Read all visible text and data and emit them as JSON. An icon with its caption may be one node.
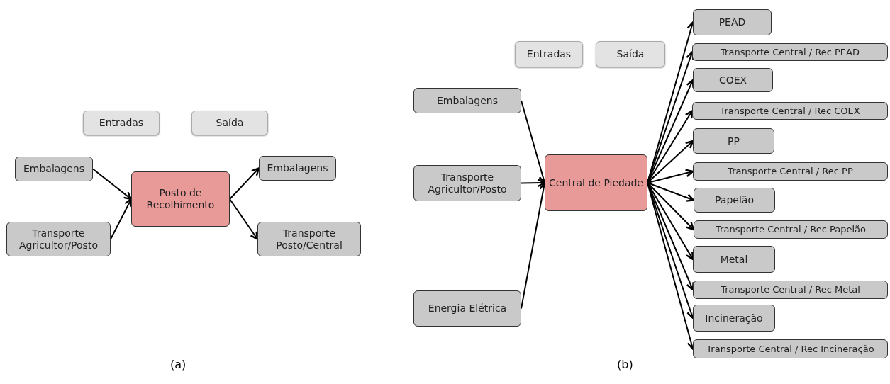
{
  "diagram": {
    "nodes": [
      {
        "text": [
          "Entradas"
        ]
      },
      {
        "text": [
          "Saída"
        ]
      },
      {
        "text": [
          "Embalagens"
        ]
      },
      {
        "text": [
          "Transporte Agricultor/Posto"
        ]
      },
      {
        "text": [
          "Posto de Recolhimento"
        ]
      },
      {
        "text": [
          "Embalagens"
        ]
      },
      {
        "text": [
          "Transporte Posto/Central"
        ]
      },
      {
        "text": [
          "Entradas"
        ]
      },
      {
        "text": [
          "Saída"
        ]
      },
      {
        "text": [
          "Embalagens"
        ]
      },
      {
        "text": [
          "Transporte Agricultor/Posto"
        ]
      },
      {
        "text": [
          "Central de Piedade"
        ]
      },
      {
        "text": [
          "Energia Elétrica"
        ]
      },
      {
        "text": [
          "PEAD"
        ]
      },
      {
        "text": [
          "Transporte Central / Rec PEAD"
        ]
      },
      {
        "text": [
          "COEX"
        ]
      },
      {
        "text": [
          "Transporte Central / Rec COEX"
        ]
      },
      {
        "text": [
          "PP"
        ]
      },
      {
        "text": [
          "Transporte Central / Rec PP"
        ]
      },
      {
        "text": [
          "Papelão"
        ]
      },
      {
        "text": [
          "Transporte Central / Rec Papelão"
        ]
      },
      {
        "text": [
          "Metal"
        ]
      },
      {
        "text": [
          "Transporte Central / Rec Metal"
        ]
      },
      {
        "text": [
          "Incineração"
        ]
      },
      {
        "text": [
          "Transporte Central / Rec Incineração"
        ]
      }
    ],
    "edges": [
      {
        "from": 2,
        "to": 4,
        "arrow": "to"
      },
      {
        "from": 3,
        "to": 4,
        "arrow": "to"
      },
      {
        "from": 4,
        "to": 5,
        "arrow": "to"
      },
      {
        "from": 4,
        "to": 6,
        "arrow": "to"
      },
      {
        "from": 9,
        "to": 11,
        "arrow": "to"
      },
      {
        "from": 10,
        "to": 11,
        "arrow": "to"
      },
      {
        "from": 12,
        "to": 11,
        "arrow": "to"
      },
      {
        "from": 11,
        "to": 13,
        "arrow": "to"
      },
      {
        "from": 11,
        "to": 14,
        "arrow": "to"
      },
      {
        "from": 11,
        "to": 15,
        "arrow": "to"
      },
      {
        "from": 11,
        "to": 16,
        "arrow": "to"
      },
      {
        "from": 11,
        "to": 17,
        "arrow": "to"
      },
      {
        "from": 11,
        "to": 18,
        "arrow": "to"
      },
      {
        "from": 11,
        "to": 19,
        "arrow": "to"
      },
      {
        "from": 11,
        "to": 20,
        "arrow": "to"
      },
      {
        "from": 11,
        "to": 21,
        "arrow": "to"
      },
      {
        "from": 11,
        "to": 22,
        "arrow": "to"
      },
      {
        "from": 11,
        "to": 23,
        "arrow": "to"
      },
      {
        "from": 11,
        "to": 24,
        "arrow": "to"
      }
    ],
    "labels": [
      "(a)",
      "(b)"
    ]
  }
}
